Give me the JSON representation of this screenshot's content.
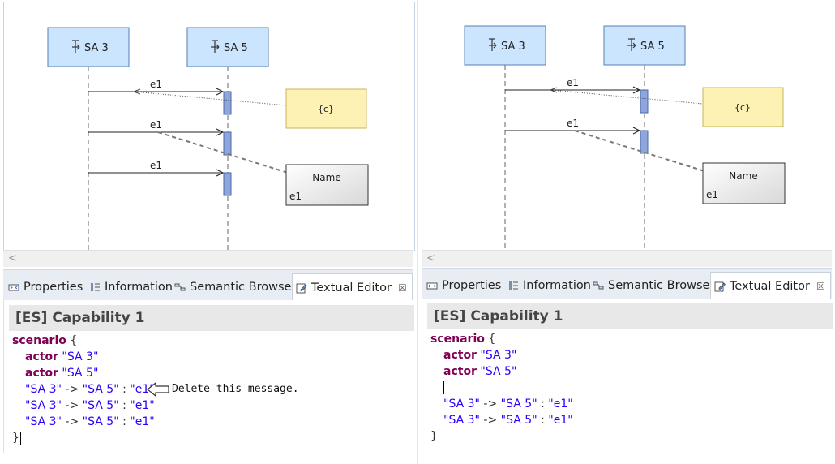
{
  "diagram": {
    "lifelines": [
      {
        "label": "SA 3",
        "icon": "system-actor-icon"
      },
      {
        "label": "SA 5",
        "icon": "system-actor-icon"
      }
    ],
    "message_label": "e1",
    "constraint_text": "{c}",
    "note": {
      "title": "Name",
      "body": "e1"
    }
  },
  "tabs": [
    {
      "label": "Properties",
      "icon": "properties-icon"
    },
    {
      "label": "Information",
      "icon": "information-icon"
    },
    {
      "label": "Semantic Browser",
      "icon": "semantic-browser-icon"
    },
    {
      "label": "Textual Editor",
      "icon": "textual-editor-icon",
      "close": "☒"
    }
  ],
  "editor": {
    "title": "[ES] Capability 1",
    "keywords": {
      "scenario": "scenario",
      "actor": "actor"
    },
    "brace_open": "{",
    "brace_close": "}",
    "actors": [
      "\"SA 3\"",
      "\"SA 5\""
    ],
    "message": {
      "from": "\"SA 3\"",
      "arrow": "->",
      "to": "\"SA 5\"",
      "colon": ":",
      "name": "\"e1\""
    }
  },
  "annotation": "Delete this message.",
  "scroll_left": "<",
  "colors": {
    "lifeline_fill": "#cce5ff",
    "constraint_fill": "#fdf1b3",
    "execution_fill": "#8ea6dc",
    "keyword": "#7f0055",
    "string": "#2a00ff"
  }
}
